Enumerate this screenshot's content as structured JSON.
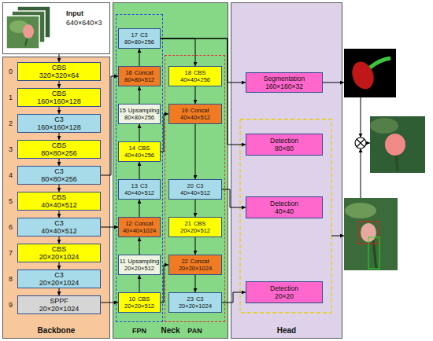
{
  "diagram": {
    "nodes": [
      {
        "text": [
          "Input",
          "640×640×3"
        ]
      },
      {
        "text": [
          "Backbone"
        ]
      },
      {
        "text": [
          "0",
          "CBS",
          "320×320×64"
        ],
        "in": 1
      },
      {
        "text": [
          "1",
          "CBS",
          "160×160×128"
        ],
        "in": 1
      },
      {
        "text": [
          "2",
          "C3",
          "160×160×128"
        ],
        "in": 1
      },
      {
        "text": [
          "3",
          "CBS",
          "80×80×256"
        ],
        "in": 1
      },
      {
        "text": [
          "4",
          "C3",
          "80×80×256"
        ],
        "in": 1
      },
      {
        "text": [
          "5",
          "CBS",
          "40×40×512"
        ],
        "in": 1
      },
      {
        "text": [
          "6",
          "C3",
          "40×40×512"
        ],
        "in": 1
      },
      {
        "text": [
          "7",
          "CBS",
          "20×20×1024"
        ],
        "in": 1
      },
      {
        "text": [
          "8",
          "C3",
          "20×20×1024"
        ],
        "in": 1
      },
      {
        "text": [
          "9",
          "SPPF",
          "20×20×1024"
        ],
        "in": 1
      },
      {
        "text": [
          "Neck"
        ]
      },
      {
        "text": [
          "FPN"
        ],
        "in": 12
      },
      {
        "text": [
          "17",
          "C3",
          "80×80×256"
        ],
        "in": 13
      },
      {
        "text": [
          "16",
          "Concat",
          "80×80×512"
        ],
        "in": 13
      },
      {
        "text": [
          "15",
          "Upsampling",
          "80×80×256"
        ],
        "in": 13
      },
      {
        "text": [
          "14",
          "CBS",
          "40×40×256"
        ],
        "in": 13
      },
      {
        "text": [
          "13",
          "C3",
          "40×40×512"
        ],
        "in": 13
      },
      {
        "text": [
          "12",
          "Concat",
          "40×40×1024"
        ],
        "in": 13
      },
      {
        "text": [
          "11",
          "Upsampling",
          "20×20×512"
        ],
        "in": 13
      },
      {
        "text": [
          "10",
          "CBS",
          "20×20×512"
        ],
        "in": 13
      },
      {
        "text": [
          "PAN"
        ],
        "in": 12
      },
      {
        "text": [
          "18",
          "CBS",
          "40×40×256"
        ],
        "in": 22
      },
      {
        "text": [
          "19",
          "Concat",
          "40×40×512"
        ],
        "in": 22
      },
      {
        "text": [
          "20",
          "C3",
          "40×40×512"
        ],
        "in": 22
      },
      {
        "text": [
          "21",
          "CBS",
          "20×20×512"
        ],
        "in": 22
      },
      {
        "text": [
          "22",
          "Concat",
          "20×20×1024"
        ],
        "in": 22
      },
      {
        "text": [
          "23",
          "C3",
          "20×20×1024"
        ],
        "in": 22
      },
      {
        "text": [
          "Head"
        ]
      },
      {
        "text": [
          "Segmentation",
          "160×160×32"
        ],
        "in": 29
      },
      {
        "text": [
          "Detection",
          "80×80"
        ],
        "in": 29
      },
      {
        "text": [
          "Detection",
          "40×40"
        ],
        "in": 29
      },
      {
        "text": [
          "Detection",
          "20×20"
        ],
        "in": 29
      }
    ],
    "edges": [
      {
        "from": 0,
        "to": 2,
        "arrow": "to"
      },
      {
        "from": 2,
        "to": 3,
        "arrow": "to"
      },
      {
        "from": 3,
        "to": 4,
        "arrow": "to"
      },
      {
        "from": 4,
        "to": 5,
        "arrow": "to"
      },
      {
        "from": 5,
        "to": 6,
        "arrow": "to"
      },
      {
        "from": 6,
        "to": 7,
        "arrow": "to"
      },
      {
        "from": 7,
        "to": 8,
        "arrow": "to"
      },
      {
        "from": 8,
        "to": 9,
        "arrow": "to"
      },
      {
        "from": 9,
        "to": 10,
        "arrow": "to"
      },
      {
        "from": 10,
        "to": 11,
        "arrow": "to"
      },
      {
        "from": 11,
        "to": 21,
        "arrow": "to"
      },
      {
        "from": 21,
        "to": 20,
        "arrow": "to"
      },
      {
        "from": 20,
        "to": 19,
        "arrow": "to"
      },
      {
        "from": 19,
        "to": 18,
        "arrow": "to"
      },
      {
        "from": 18,
        "to": 17,
        "arrow": "to"
      },
      {
        "from": 17,
        "to": 16,
        "arrow": "to"
      },
      {
        "from": 16,
        "to": 15,
        "arrow": "to"
      },
      {
        "from": 15,
        "to": 14,
        "arrow": "to"
      },
      {
        "from": 8,
        "to": 19,
        "arrow": "to"
      },
      {
        "from": 6,
        "to": 15,
        "arrow": "to"
      },
      {
        "from": 14,
        "to": 23,
        "arrow": "to"
      },
      {
        "from": 14,
        "to": 30,
        "arrow": "to"
      },
      {
        "from": 14,
        "to": 31,
        "arrow": "to"
      },
      {
        "from": 17,
        "to": 24,
        "arrow": "to"
      },
      {
        "from": 23,
        "to": 24,
        "arrow": "to"
      },
      {
        "from": 24,
        "to": 25,
        "arrow": "to"
      },
      {
        "from": 25,
        "to": 26,
        "arrow": "to"
      },
      {
        "from": 25,
        "to": 32,
        "arrow": "to"
      },
      {
        "from": 26,
        "to": 27,
        "arrow": "to"
      },
      {
        "from": 21,
        "to": 27,
        "arrow": "to"
      },
      {
        "from": 27,
        "to": 28,
        "arrow": "to"
      },
      {
        "from": 28,
        "to": 33,
        "arrow": "to"
      }
    ]
  }
}
